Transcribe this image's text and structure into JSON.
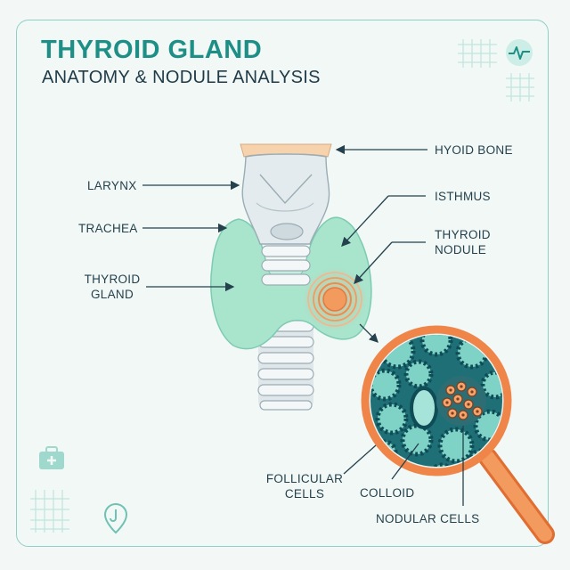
{
  "header": {
    "title": "THYROID GLAND",
    "subtitle": "ANATOMY & NODULE ANALYSIS"
  },
  "labels": {
    "larynx": "LARYNX",
    "trachea": "TRACHEA",
    "thyroid_gland_1": "THYROID",
    "thyroid_gland_2": "GLAND",
    "hyoid_bone": "HYOID BONE",
    "isthmus": "ISTHMUS",
    "thyroid_nodule_1": "THYROID",
    "thyroid_nodule_2": "NODULE",
    "follicular_cells_1": "FOLLICULAR",
    "follicular_cells_2": "CELLS",
    "colloid": "COLLOID",
    "nodular_cells": "NODULAR CELLS"
  },
  "icons": [
    "heartbeat-icon",
    "medical-kit-icon",
    "location-pin-icon",
    "magnifying-glass-icon"
  ],
  "colors": {
    "accent": "#1e8f86",
    "gland": "#a9e4cd",
    "nodule": "#f39a5e",
    "lens_ring": "#ef8548",
    "follicle_border": "#1f6f77"
  }
}
